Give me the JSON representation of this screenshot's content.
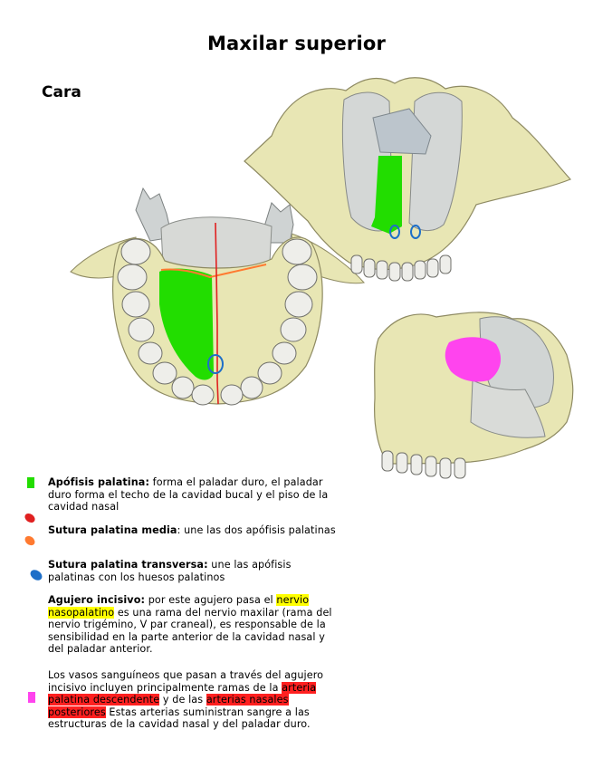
{
  "title": "Maxilar superior",
  "section": "Cara",
  "colors": {
    "apofisis": "#22dd00",
    "sutura_media": "#e02020",
    "sutura_transversa": "#ff7a30",
    "agujero": "#1e6fc8",
    "vasos": "#ff44ee",
    "bone": "#e8e6b4",
    "highlight_yellow": "#ffff00",
    "highlight_red": "#ff2020"
  },
  "legend": {
    "apofisis": {
      "term": "Apófisis palatina:",
      "text": " forma el paladar duro, el paladar duro forma el techo de la cavidad bucal y el piso de la cavidad nasal"
    },
    "sutura_media": {
      "term": "Sutura palatina media",
      "text": ": une las dos apófisis palatinas"
    },
    "sutura_transversa": {
      "term": "Sutura palatina transversa:",
      "text": " une las apófisis palatinas con los huesos palatinos"
    },
    "agujero": {
      "term": "Agujero incisivo:",
      "text_a": " por este agujero pasa el ",
      "highlight": "nervio nasopalatino",
      "text_b": " es una rama del nervio maxilar (rama del nervio trigémino, V par craneal), es responsable de la sensibilidad en la parte anterior de la cavidad nasal y del paladar anterior."
    },
    "vasos": {
      "text_a": "Los vasos sanguíneos que pasan a través del agujero incisivo incluyen principalmente ramas de la ",
      "highlight_1": "arteria palatina descendente",
      "text_b": " y de las ",
      "highlight_2": "arterias nasales posteriores",
      "text_c": " Estas arterias suministran sangre a las estructuras de la cavidad nasal y del paladar duro."
    }
  },
  "icons": {
    "apofisis": "green-rectangle-icon",
    "sutura_media": "red-leaf-icon",
    "sutura_transversa": "orange-leaf-icon",
    "agujero": "blue-leaf-icon",
    "vasos": "magenta-rectangle-icon"
  }
}
